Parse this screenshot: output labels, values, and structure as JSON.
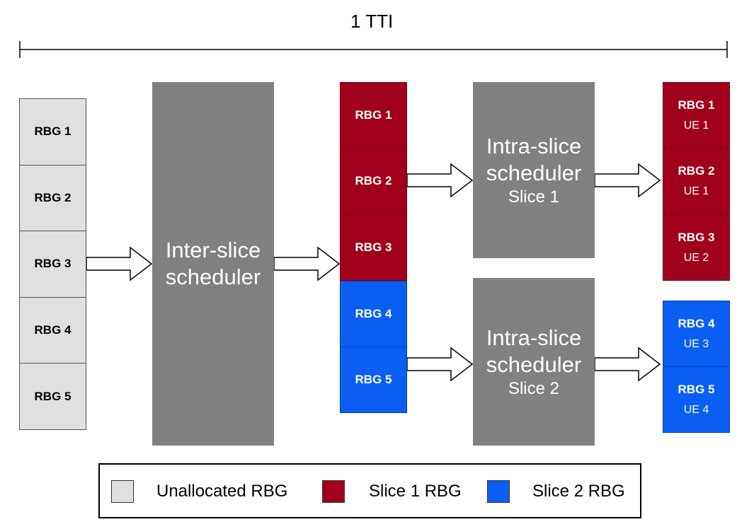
{
  "title": "1 TTI",
  "colors": {
    "unallocated": "#e0e0e0",
    "slice1": "#a0001c",
    "slice2": "#0a5ff2",
    "scheduler": "#808080"
  },
  "input_rbgs": [
    "RBG 1",
    "RBG 2",
    "RBG 3",
    "RBG 4",
    "RBG 5"
  ],
  "inter_scheduler": {
    "line1": "Inter-slice",
    "line2": "scheduler"
  },
  "allocated": {
    "slice1": [
      "RBG 1",
      "RBG 2",
      "RBG 3"
    ],
    "slice2": [
      "RBG 4",
      "RBG 5"
    ]
  },
  "intra_schedulers": [
    {
      "line1": "Intra-slice",
      "line2": "scheduler",
      "line3": "Slice 1"
    },
    {
      "line1": "Intra-slice",
      "line2": "scheduler",
      "line3": "Slice 2"
    }
  ],
  "output": {
    "slice1": [
      {
        "rbg": "RBG 1",
        "ue": "UE 1"
      },
      {
        "rbg": "RBG 2",
        "ue": "UE 1"
      },
      {
        "rbg": "RBG 3",
        "ue": "UE 2"
      }
    ],
    "slice2": [
      {
        "rbg": "RBG 4",
        "ue": "UE 3"
      },
      {
        "rbg": "RBG 5",
        "ue": "UE 4"
      }
    ]
  },
  "legend": {
    "unallocated": "Unallocated RBG",
    "slice1": "Slice 1 RBG",
    "slice2": "Slice 2 RBG"
  }
}
